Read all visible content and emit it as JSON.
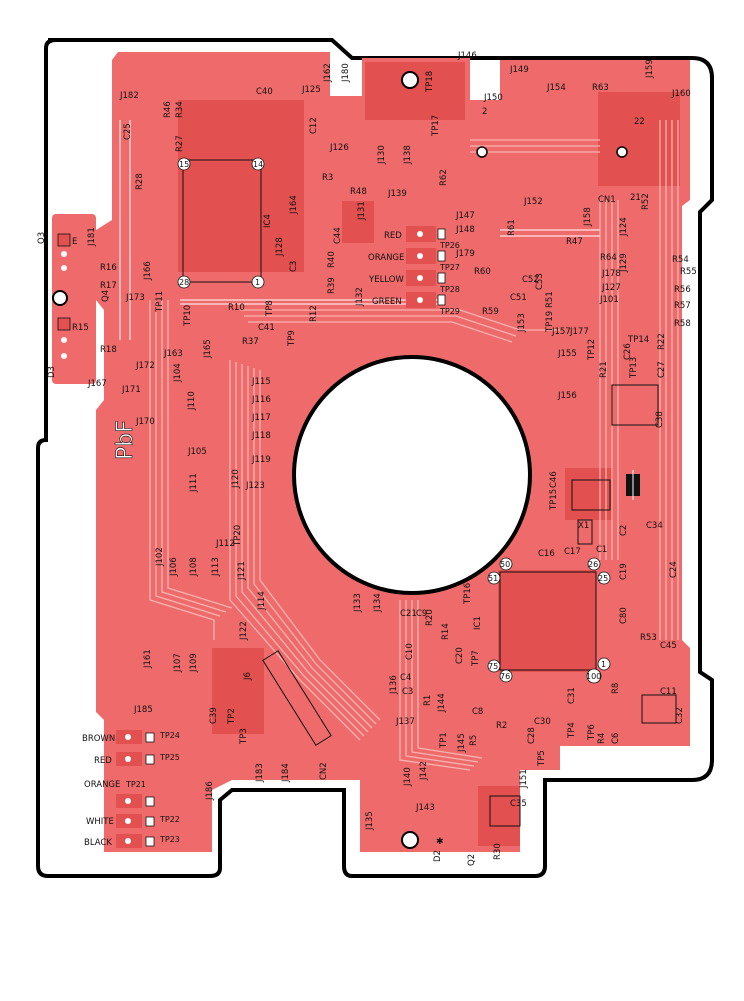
{
  "colors": {
    "copper": "#ef6b6b",
    "copper_dark": "#e2504f",
    "trace_light": "#f6b4b0",
    "outline": "#000000",
    "silkscreen": "#111111",
    "background": "#ffffff"
  },
  "connector_left_top": {
    "wires": [
      "RED",
      "ORANGE",
      "YELLOW",
      "GREEN"
    ],
    "testpoints": [
      "TP26",
      "TP27",
      "TP28",
      "TP29"
    ]
  },
  "connector_bottom_a": {
    "wires": [
      "BROWN",
      "RED"
    ],
    "testpoints": [
      "TP24",
      "TP25"
    ]
  },
  "connector_bottom_b": {
    "wires": [
      "ORANGE",
      "WHITE",
      "BLACK"
    ],
    "testpoints": [
      "TP21",
      "TP22",
      "TP23"
    ]
  },
  "ic_pins": {
    "ic4": [
      "15",
      "14",
      "28",
      "1"
    ],
    "main": [
      "50",
      "51",
      "26",
      "25",
      "75",
      "76",
      "100",
      "1"
    ]
  },
  "labels": [
    {
      "id": "J146",
      "t": "J146"
    },
    {
      "id": "J149",
      "t": "J149"
    },
    {
      "id": "J159",
      "t": "J159"
    },
    {
      "id": "J162",
      "t": "J162"
    },
    {
      "id": "J180",
      "t": "J180"
    },
    {
      "id": "TP18",
      "t": "TP18"
    },
    {
      "id": "J182",
      "t": "J182"
    },
    {
      "id": "C40",
      "t": "C40"
    },
    {
      "id": "J125",
      "t": "J125"
    },
    {
      "id": "J150",
      "t": "J150"
    },
    {
      "id": "J154",
      "t": "J154"
    },
    {
      "id": "R63",
      "t": "R63"
    },
    {
      "id": "J160",
      "t": "J160"
    },
    {
      "id": "R46",
      "t": "R46"
    },
    {
      "id": "R34",
      "t": "R34"
    },
    {
      "id": "R27",
      "t": "R27"
    },
    {
      "id": "C25",
      "t": "C25"
    },
    {
      "id": "C12",
      "t": "C12"
    },
    {
      "id": "TP17",
      "t": "TP17"
    },
    {
      "id": "n2",
      "t": "2"
    },
    {
      "id": "n22",
      "t": "22"
    },
    {
      "id": "J126",
      "t": "J126"
    },
    {
      "id": "J130",
      "t": "J130"
    },
    {
      "id": "J138",
      "t": "J138"
    },
    {
      "id": "R28",
      "t": "R28"
    },
    {
      "id": "R3",
      "t": "R3"
    },
    {
      "id": "R48",
      "t": "R48"
    },
    {
      "id": "J139",
      "t": "J139"
    },
    {
      "id": "R62",
      "t": "R62"
    },
    {
      "id": "CN1",
      "t": "CN1"
    },
    {
      "id": "n21",
      "t": "21"
    },
    {
      "id": "R52",
      "t": "R52"
    },
    {
      "id": "J164",
      "t": "J164"
    },
    {
      "id": "IC4",
      "t": "IC4"
    },
    {
      "id": "J131",
      "t": "J131"
    },
    {
      "id": "J152",
      "t": "J152"
    },
    {
      "id": "J147",
      "t": "J147"
    },
    {
      "id": "J148",
      "t": "J148"
    },
    {
      "id": "R61",
      "t": "R61"
    },
    {
      "id": "J158",
      "t": "J158"
    },
    {
      "id": "J124",
      "t": "J124"
    },
    {
      "id": "C44",
      "t": "C44"
    },
    {
      "id": "R47",
      "t": "R47"
    },
    {
      "id": "J181",
      "t": "J181"
    },
    {
      "id": "J128",
      "t": "J128"
    },
    {
      "id": "Q3",
      "t": "Q3"
    },
    {
      "id": "E",
      "t": "E"
    },
    {
      "id": "R40",
      "t": "R40"
    },
    {
      "id": "J179",
      "t": "J179"
    },
    {
      "id": "R54",
      "t": "R54"
    },
    {
      "id": "R16",
      "t": "R16"
    },
    {
      "id": "J166",
      "t": "J166"
    },
    {
      "id": "C3",
      "t": "C3"
    },
    {
      "id": "R60",
      "t": "R60"
    },
    {
      "id": "C52",
      "t": "C52"
    },
    {
      "id": "C53",
      "t": "C53"
    },
    {
      "id": "R64",
      "t": "R64"
    },
    {
      "id": "J129",
      "t": "J129"
    },
    {
      "id": "R55",
      "t": "R55"
    },
    {
      "id": "J178",
      "t": "J178"
    },
    {
      "id": "R17",
      "t": "R17"
    },
    {
      "id": "Q4",
      "t": "Q4"
    },
    {
      "id": "R39",
      "t": "R39"
    },
    {
      "id": "R56",
      "t": "R56"
    },
    {
      "id": "J127",
      "t": "J127"
    },
    {
      "id": "J173",
      "t": "J173"
    },
    {
      "id": "TP11",
      "t": "TP11"
    },
    {
      "id": "J101",
      "t": "J101"
    },
    {
      "id": "R10",
      "t": "R10"
    },
    {
      "id": "J132",
      "t": "J132"
    },
    {
      "id": "C51",
      "t": "C51"
    },
    {
      "id": "R51",
      "t": "R51"
    },
    {
      "id": "R57",
      "t": "R57"
    },
    {
      "id": "TP10",
      "t": "TP10"
    },
    {
      "id": "TP8",
      "t": "TP8"
    },
    {
      "id": "R12",
      "t": "R12"
    },
    {
      "id": "R59",
      "t": "R59"
    },
    {
      "id": "R58",
      "t": "R58"
    },
    {
      "id": "R15",
      "t": "R15"
    },
    {
      "id": "C41",
      "t": "C41"
    },
    {
      "id": "J153",
      "t": "J153"
    },
    {
      "id": "TP19",
      "t": "TP19"
    },
    {
      "id": "J157",
      "t": "J157"
    },
    {
      "id": "J177",
      "t": "J177"
    },
    {
      "id": "TP14",
      "t": "TP14"
    },
    {
      "id": "R37",
      "t": "R37"
    },
    {
      "id": "TP9",
      "t": "TP9"
    },
    {
      "id": "R18",
      "t": "R18"
    },
    {
      "id": "J163",
      "t": "J163"
    },
    {
      "id": "J165",
      "t": "J165"
    },
    {
      "id": "R22",
      "t": "R22"
    },
    {
      "id": "C26",
      "t": "C26"
    },
    {
      "id": "J155",
      "t": "J155"
    },
    {
      "id": "TP12",
      "t": "TP12"
    },
    {
      "id": "TP13",
      "t": "TP13"
    },
    {
      "id": "D3",
      "t": "D3"
    },
    {
      "id": "J172",
      "t": "J172"
    },
    {
      "id": "J104",
      "t": "J104"
    },
    {
      "id": "R21",
      "t": "R21"
    },
    {
      "id": "C27",
      "t": "C27"
    },
    {
      "id": "J167",
      "t": "J167"
    },
    {
      "id": "J115",
      "t": "J115"
    },
    {
      "id": "J171",
      "t": "J171"
    },
    {
      "id": "J110",
      "t": "J110"
    },
    {
      "id": "J116",
      "t": "J116"
    },
    {
      "id": "J156",
      "t": "J156"
    },
    {
      "id": "J117",
      "t": "J117"
    },
    {
      "id": "J170",
      "t": "J170"
    },
    {
      "id": "J118",
      "t": "J118"
    },
    {
      "id": "C38",
      "t": "C38"
    },
    {
      "id": "J105",
      "t": "J105"
    },
    {
      "id": "J119",
      "t": "J119"
    },
    {
      "id": "PbF",
      "t": "PbF"
    },
    {
      "id": "J120",
      "t": "J120"
    },
    {
      "id": "J111",
      "t": "J111"
    },
    {
      "id": "J123",
      "t": "J123"
    },
    {
      "id": "C46",
      "t": "C46"
    },
    {
      "id": "TP15",
      "t": "TP15"
    },
    {
      "id": "X1",
      "t": "X1"
    },
    {
      "id": "C34",
      "t": "C34"
    },
    {
      "id": "C2",
      "t": "C2"
    },
    {
      "id": "J112",
      "t": "J112"
    },
    {
      "id": "TP20",
      "t": "TP20"
    },
    {
      "id": "C16",
      "t": "C16"
    },
    {
      "id": "C17",
      "t": "C17"
    },
    {
      "id": "C1",
      "t": "C1"
    },
    {
      "id": "J102",
      "t": "J102"
    },
    {
      "id": "J106",
      "t": "J106"
    },
    {
      "id": "J108",
      "t": "J108"
    },
    {
      "id": "J113",
      "t": "J113"
    },
    {
      "id": "J121",
      "t": "J121"
    },
    {
      "id": "C19",
      "t": "C19"
    },
    {
      "id": "C24",
      "t": "C24"
    },
    {
      "id": "TP16",
      "t": "TP16"
    },
    {
      "id": "J114",
      "t": "J114"
    },
    {
      "id": "J133",
      "t": "J133"
    },
    {
      "id": "J134",
      "t": "J134"
    },
    {
      "id": "C21",
      "t": "C21"
    },
    {
      "id": "C9",
      "t": "C9"
    },
    {
      "id": "R20",
      "t": "R20"
    },
    {
      "id": "C80",
      "t": "C80"
    },
    {
      "id": "J122",
      "t": "J122"
    },
    {
      "id": "IC1",
      "t": "IC1"
    },
    {
      "id": "R14",
      "t": "R14"
    },
    {
      "id": "R53",
      "t": "R53"
    },
    {
      "id": "C45",
      "t": "C45"
    },
    {
      "id": "J161",
      "t": "J161"
    },
    {
      "id": "J107",
      "t": "J107"
    },
    {
      "id": "J109",
      "t": "J109"
    },
    {
      "id": "J6",
      "t": "J6"
    },
    {
      "id": "C10",
      "t": "C10"
    },
    {
      "id": "C20",
      "t": "C20"
    },
    {
      "id": "TP7",
      "t": "TP7"
    },
    {
      "id": "C4",
      "t": "C4"
    },
    {
      "id": "J136",
      "t": "J136"
    },
    {
      "id": "C3b",
      "t": "C3"
    },
    {
      "id": "R8",
      "t": "R8"
    },
    {
      "id": "C11",
      "t": "C11"
    },
    {
      "id": "J185",
      "t": "J185"
    },
    {
      "id": "C39",
      "t": "C39"
    },
    {
      "id": "TP2",
      "t": "TP2"
    },
    {
      "id": "R1",
      "t": "R1"
    },
    {
      "id": "J144",
      "t": "J144"
    },
    {
      "id": "C8",
      "t": "C8"
    },
    {
      "id": "C31",
      "t": "C31"
    },
    {
      "id": "C32",
      "t": "C32"
    },
    {
      "id": "TP3",
      "t": "TP3"
    },
    {
      "id": "J137",
      "t": "J137"
    },
    {
      "id": "R2",
      "t": "R2"
    },
    {
      "id": "C30",
      "t": "C30"
    },
    {
      "id": "TP4",
      "t": "TP4"
    },
    {
      "id": "C28",
      "t": "C28"
    },
    {
      "id": "TP6",
      "t": "TP6"
    },
    {
      "id": "R4",
      "t": "R4"
    },
    {
      "id": "C6",
      "t": "C6"
    },
    {
      "id": "TP1",
      "t": "TP1"
    },
    {
      "id": "J145",
      "t": "J145"
    },
    {
      "id": "R5",
      "t": "R5"
    },
    {
      "id": "TP5",
      "t": "TP5"
    },
    {
      "id": "J183",
      "t": "J183"
    },
    {
      "id": "J184",
      "t": "J184"
    },
    {
      "id": "CN2",
      "t": "CN2"
    },
    {
      "id": "J140",
      "t": "J140"
    },
    {
      "id": "J142",
      "t": "J142"
    },
    {
      "id": "J186",
      "t": "J186"
    },
    {
      "id": "J151",
      "t": "J151"
    },
    {
      "id": "C35",
      "t": "C35"
    },
    {
      "id": "J143",
      "t": "J143"
    },
    {
      "id": "J135",
      "t": "J135"
    },
    {
      "id": "D2",
      "t": "D2"
    },
    {
      "id": "Q2",
      "t": "Q2"
    },
    {
      "id": "R30",
      "t": "R30"
    }
  ]
}
